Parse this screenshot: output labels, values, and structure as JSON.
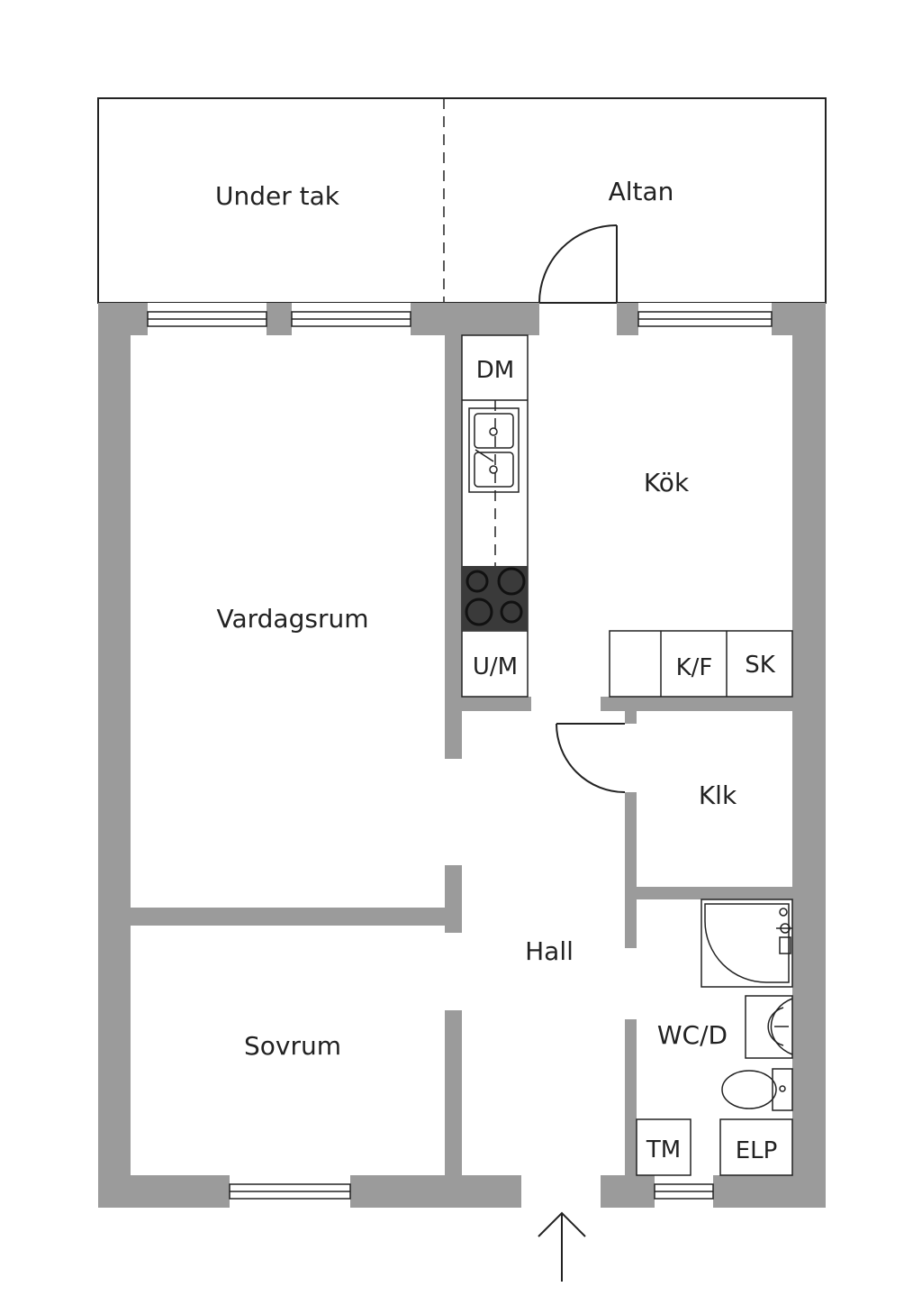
{
  "colors": {
    "wall": "#9b9b9b",
    "line": "#222222",
    "background": "#ffffff",
    "stove": "#3a3a3a"
  },
  "rooms": {
    "under_tak": "Under tak",
    "altan": "Altan",
    "kok": "Kök",
    "vardagsrum": "Vardagsrum",
    "klk": "Klk",
    "hall": "Hall",
    "sovrum": "Sovrum",
    "wc": "WC/D"
  },
  "fixtures": {
    "dm": "DM",
    "um": "U/M",
    "kf": "K/F",
    "sk": "SK",
    "tm": "TM",
    "elp": "ELP"
  },
  "icons": {
    "entrance": "arrow-up-icon",
    "sink": "double-sink-icon",
    "stove": "stove-icon",
    "shower": "shower-icon",
    "washbasin": "washbasin-icon",
    "toilet": "toilet-icon"
  }
}
